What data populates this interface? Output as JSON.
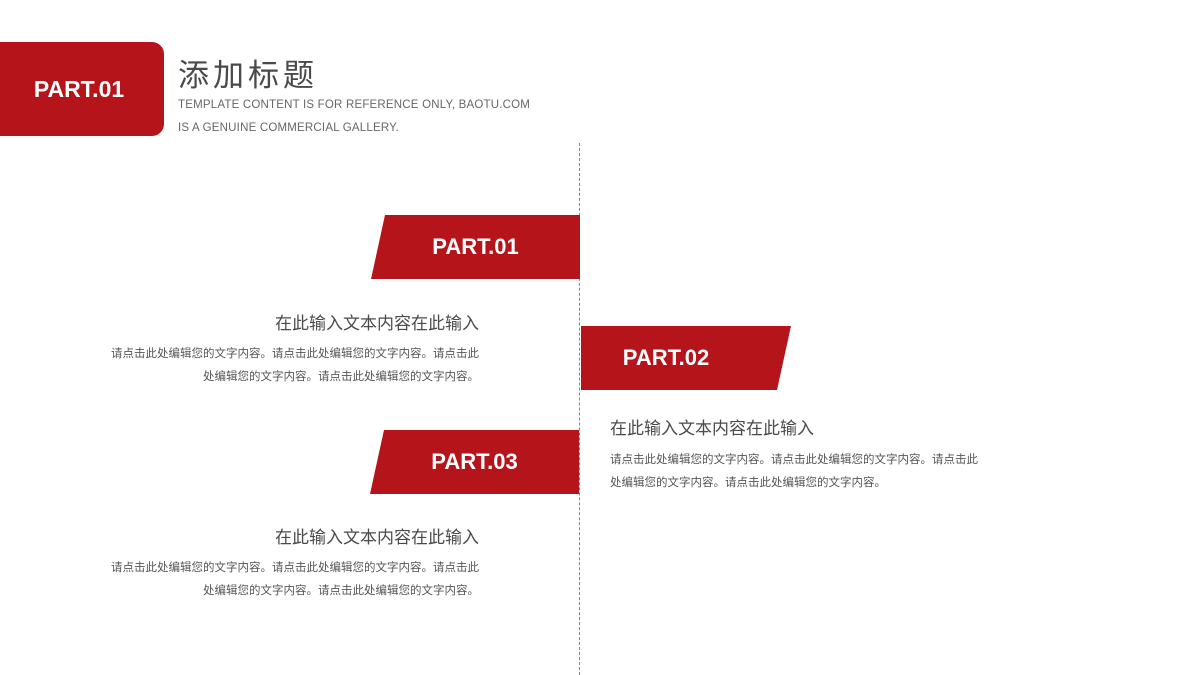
{
  "header": {
    "tag": "PART.01",
    "title": "添加标题",
    "subtitle_line1": "TEMPLATE CONTENT IS FOR REFERENCE ONLY, BAOTU.COM",
    "subtitle_line2": "IS A GENUINE COMMERCIAL GALLERY."
  },
  "sections": [
    {
      "label": "PART.01",
      "heading": "在此输入文本内容在此输入",
      "body_line1": "请点击此处编辑您的文字内容。请点击此处编辑您的文字内容。请点击此",
      "body_line2": "处编辑您的文字内容。请点击此处编辑您的文字内容。"
    },
    {
      "label": "PART.02",
      "heading": "在此输入文本内容在此输入",
      "body_line1": "请点击此处编辑您的文字内容。请点击此处编辑您的文字内容。请点击此",
      "body_line2": "处编辑您的文字内容。请点击此处编辑您的文字内容。"
    },
    {
      "label": "PART.03",
      "heading": "在此输入文本内容在此输入",
      "body_line1": "请点击此处编辑您的文字内容。请点击此处编辑您的文字内容。请点击此",
      "body_line2": "处编辑您的文字内容。请点击此处编辑您的文字内容。"
    }
  ],
  "colors": {
    "accent": "#b5141b",
    "divider": "#c9656b",
    "text": "#4a4a4a"
  }
}
